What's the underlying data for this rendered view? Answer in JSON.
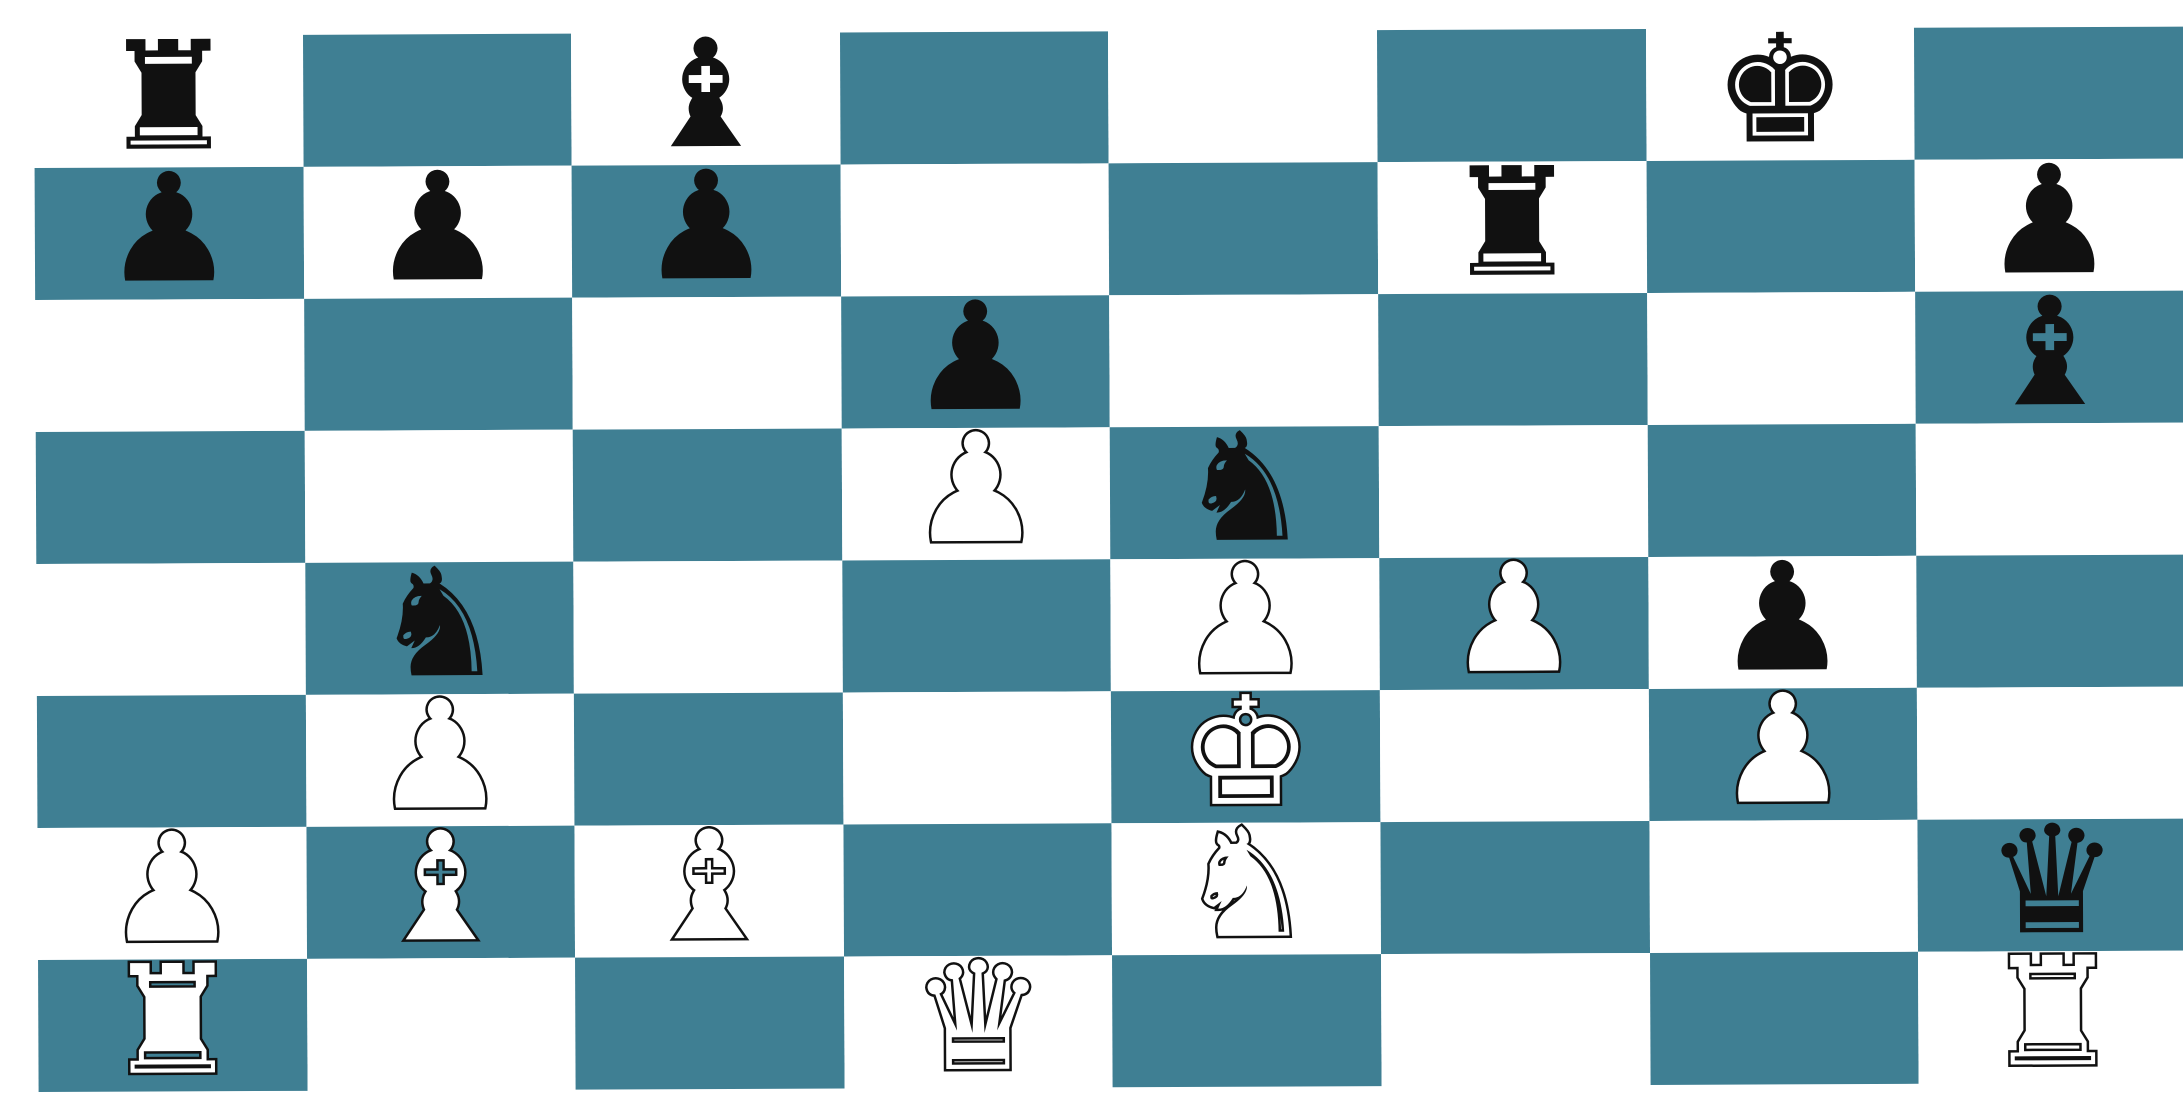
{
  "board": {
    "colors": {
      "dark": "#3f7f93",
      "light": "#ffffff",
      "piece_black": "#111111",
      "piece_white": "#ffffff"
    },
    "rows": [
      [
        {
          "piece": "rook",
          "color": "black",
          "glyph": "♜"
        },
        {
          "piece": "",
          "color": "",
          "glyph": ""
        },
        {
          "piece": "bishop",
          "color": "black",
          "glyph": "♝"
        },
        {
          "piece": "",
          "color": "",
          "glyph": ""
        },
        {
          "piece": "",
          "color": "",
          "glyph": ""
        },
        {
          "piece": "",
          "color": "",
          "glyph": ""
        },
        {
          "piece": "king",
          "color": "black",
          "glyph": "♚"
        },
        {
          "piece": "",
          "color": "",
          "glyph": ""
        }
      ],
      [
        {
          "piece": "pawn",
          "color": "black",
          "glyph": "♟"
        },
        {
          "piece": "pawn",
          "color": "black",
          "glyph": "♟"
        },
        {
          "piece": "pawn",
          "color": "black",
          "glyph": "♟"
        },
        {
          "piece": "",
          "color": "",
          "glyph": ""
        },
        {
          "piece": "",
          "color": "",
          "glyph": ""
        },
        {
          "piece": "rook",
          "color": "black",
          "glyph": "♜"
        },
        {
          "piece": "",
          "color": "",
          "glyph": ""
        },
        {
          "piece": "pawn",
          "color": "black",
          "glyph": "♟"
        }
      ],
      [
        {
          "piece": "",
          "color": "",
          "glyph": ""
        },
        {
          "piece": "",
          "color": "",
          "glyph": ""
        },
        {
          "piece": "",
          "color": "",
          "glyph": ""
        },
        {
          "piece": "pawn",
          "color": "black",
          "glyph": "♟"
        },
        {
          "piece": "",
          "color": "",
          "glyph": ""
        },
        {
          "piece": "",
          "color": "",
          "glyph": ""
        },
        {
          "piece": "",
          "color": "",
          "glyph": ""
        },
        {
          "piece": "bishop",
          "color": "black",
          "glyph": "♝"
        }
      ],
      [
        {
          "piece": "",
          "color": "",
          "glyph": ""
        },
        {
          "piece": "",
          "color": "",
          "glyph": ""
        },
        {
          "piece": "",
          "color": "",
          "glyph": ""
        },
        {
          "piece": "pawn",
          "color": "white",
          "glyph": "♟"
        },
        {
          "piece": "knight",
          "color": "black",
          "glyph": "♞"
        },
        {
          "piece": "",
          "color": "",
          "glyph": ""
        },
        {
          "piece": "",
          "color": "",
          "glyph": ""
        },
        {
          "piece": "",
          "color": "",
          "glyph": ""
        }
      ],
      [
        {
          "piece": "",
          "color": "",
          "glyph": ""
        },
        {
          "piece": "knight",
          "color": "black",
          "glyph": "♞"
        },
        {
          "piece": "",
          "color": "",
          "glyph": ""
        },
        {
          "piece": "",
          "color": "",
          "glyph": ""
        },
        {
          "piece": "pawn",
          "color": "white",
          "glyph": "♟"
        },
        {
          "piece": "pawn",
          "color": "white",
          "glyph": "♟"
        },
        {
          "piece": "pawn",
          "color": "black",
          "glyph": "♟"
        },
        {
          "piece": "",
          "color": "",
          "glyph": ""
        }
      ],
      [
        {
          "piece": "",
          "color": "",
          "glyph": ""
        },
        {
          "piece": "pawn",
          "color": "white",
          "glyph": "♟"
        },
        {
          "piece": "",
          "color": "",
          "glyph": ""
        },
        {
          "piece": "",
          "color": "",
          "glyph": ""
        },
        {
          "piece": "king",
          "color": "white",
          "glyph": "♚"
        },
        {
          "piece": "",
          "color": "",
          "glyph": ""
        },
        {
          "piece": "pawn",
          "color": "white",
          "glyph": "♟"
        },
        {
          "piece": "",
          "color": "",
          "glyph": ""
        }
      ],
      [
        {
          "piece": "pawn",
          "color": "white",
          "glyph": "♟"
        },
        {
          "piece": "bishop",
          "color": "white",
          "glyph": "♝"
        },
        {
          "piece": "bishop",
          "color": "white",
          "glyph": "♝"
        },
        {
          "piece": "",
          "color": "",
          "glyph": ""
        },
        {
          "piece": "knight",
          "color": "white",
          "glyph": "♞"
        },
        {
          "piece": "",
          "color": "",
          "glyph": ""
        },
        {
          "piece": "",
          "color": "",
          "glyph": ""
        },
        {
          "piece": "queen",
          "color": "black",
          "glyph": "♛"
        }
      ],
      [
        {
          "piece": "rook",
          "color": "white",
          "glyph": "♜"
        },
        {
          "piece": "",
          "color": "",
          "glyph": ""
        },
        {
          "piece": "",
          "color": "",
          "glyph": ""
        },
        {
          "piece": "queen",
          "color": "white",
          "glyph": "♛"
        },
        {
          "piece": "",
          "color": "",
          "glyph": ""
        },
        {
          "piece": "",
          "color": "",
          "glyph": ""
        },
        {
          "piece": "",
          "color": "",
          "glyph": ""
        },
        {
          "piece": "rook",
          "color": "white",
          "glyph": "♜"
        }
      ]
    ]
  }
}
